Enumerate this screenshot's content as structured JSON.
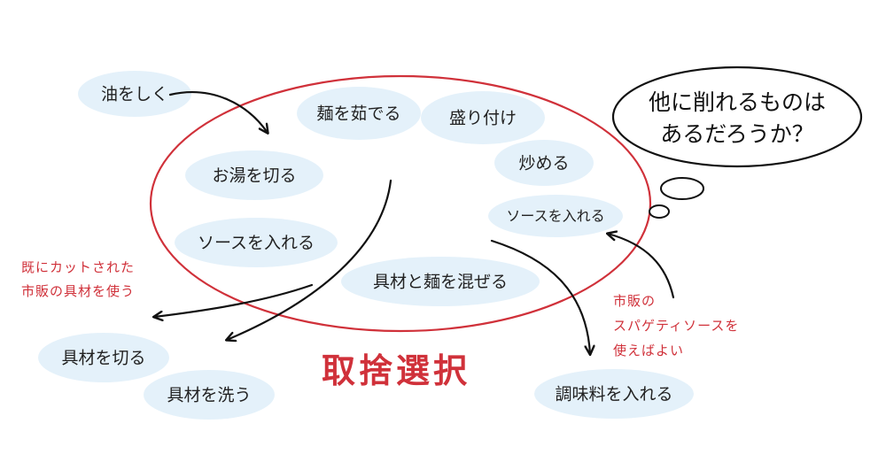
{
  "nodes": {
    "oil": "油をしく",
    "boil_noodles": "麺を茹でる",
    "plate": "盛り付け",
    "drain": "お湯を切る",
    "stir_fry": "炒める",
    "sauce_inner_right": "ソースを入れる",
    "sauce_inner_left": "ソースを入れる",
    "mix": "具材と麺を混ぜる",
    "cut": "具材を切る",
    "wash": "具材を洗う",
    "seasoning": "調味料を入れる"
  },
  "notes": {
    "precut_line1": "既にカットされた",
    "precut_line2": "市販の具材を使う",
    "sauce_line1": "市販の",
    "sauce_line2": "スパゲティソースを",
    "sauce_line3": "使えばよい"
  },
  "thought": {
    "line1": "他に削れるものは",
    "line2": "あるだろうか？"
  },
  "title": "取捨選択",
  "colors": {
    "accent": "#d0313a",
    "bubble": "#e4f1fa",
    "ink": "#111111"
  }
}
